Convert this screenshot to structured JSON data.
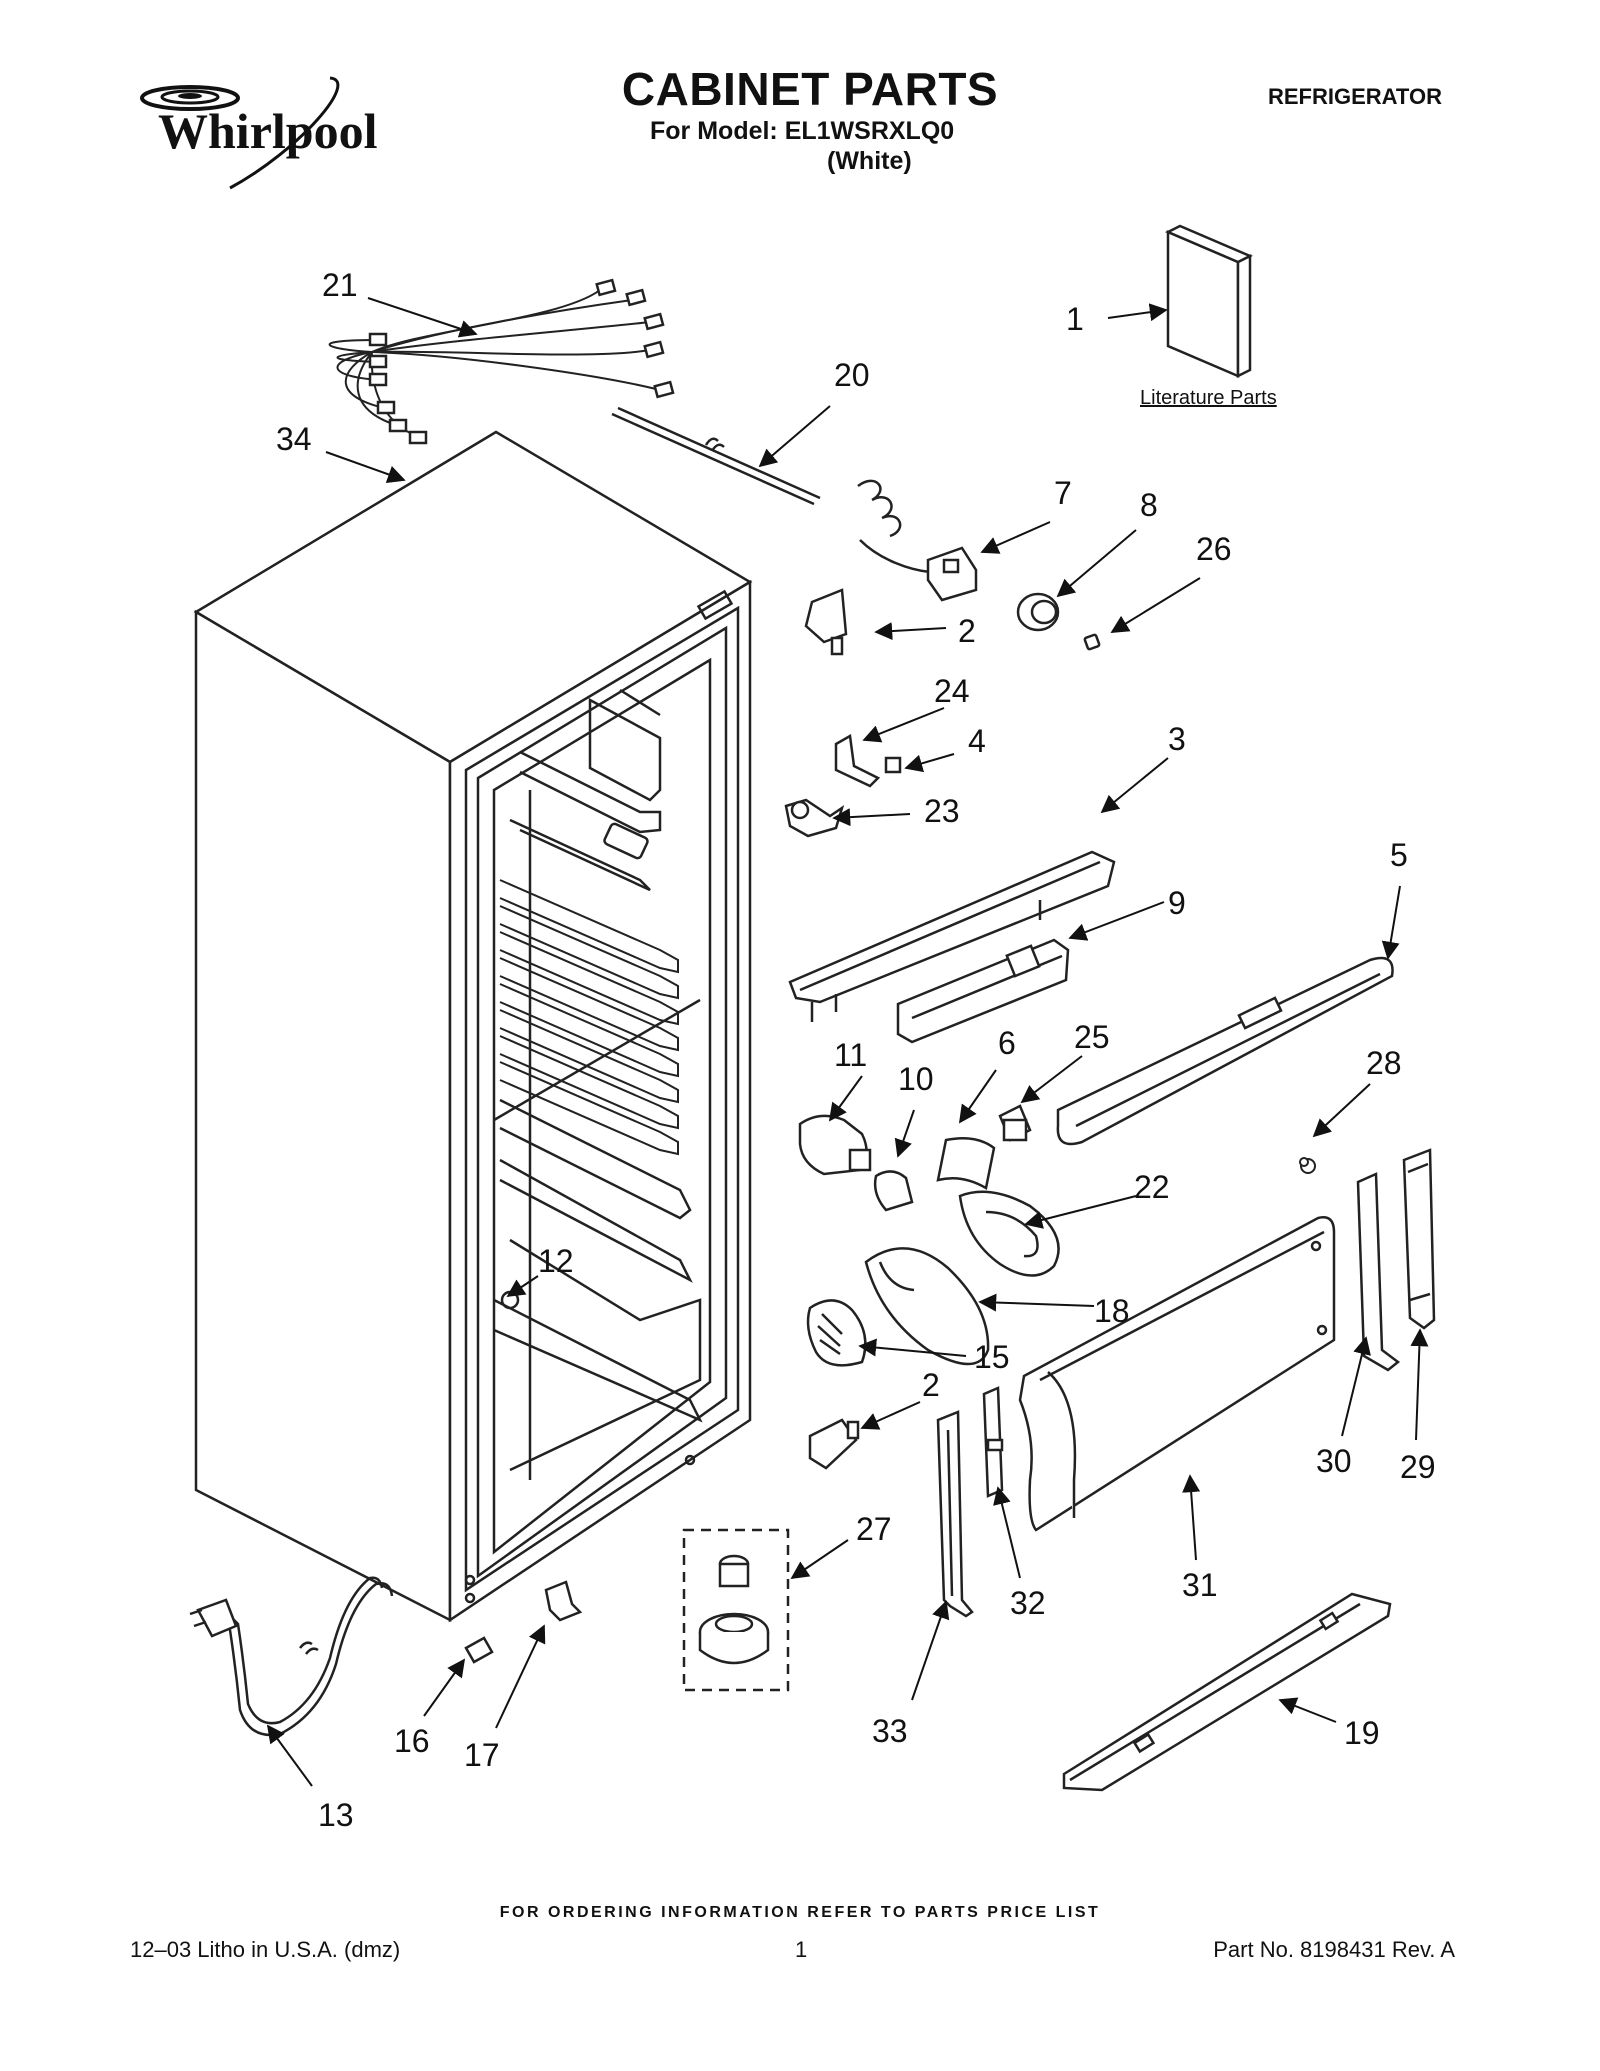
{
  "header": {
    "brand": "Whirlpool",
    "title": "CABINET PARTS",
    "model_line": "For Model: EL1WSRXLQ0",
    "variant": "(White)",
    "category": "REFRIGERATOR"
  },
  "literature_label": "Literature Parts",
  "part_labels": [
    {
      "id": "p1",
      "text": "1"
    },
    {
      "id": "p20",
      "text": "20"
    },
    {
      "id": "p21",
      "text": "21"
    },
    {
      "id": "p34",
      "text": "34"
    },
    {
      "id": "p7",
      "text": "7"
    },
    {
      "id": "p8",
      "text": "8"
    },
    {
      "id": "p26",
      "text": "26"
    },
    {
      "id": "p2a",
      "text": "2"
    },
    {
      "id": "p24",
      "text": "24"
    },
    {
      "id": "p4",
      "text": "4"
    },
    {
      "id": "p3",
      "text": "3"
    },
    {
      "id": "p23",
      "text": "23"
    },
    {
      "id": "p5",
      "text": "5"
    },
    {
      "id": "p9",
      "text": "9"
    },
    {
      "id": "p11",
      "text": "11"
    },
    {
      "id": "p6",
      "text": "6"
    },
    {
      "id": "p25",
      "text": "25"
    },
    {
      "id": "p10",
      "text": "10"
    },
    {
      "id": "p28",
      "text": "28"
    },
    {
      "id": "p22",
      "text": "22"
    },
    {
      "id": "p12",
      "text": "12"
    },
    {
      "id": "p18",
      "text": "18"
    },
    {
      "id": "p15",
      "text": "15"
    },
    {
      "id": "p2b",
      "text": "2"
    },
    {
      "id": "p30",
      "text": "30"
    },
    {
      "id": "p29",
      "text": "29"
    },
    {
      "id": "p27",
      "text": "27"
    },
    {
      "id": "p32",
      "text": "32"
    },
    {
      "id": "p31",
      "text": "31"
    },
    {
      "id": "p16",
      "text": "16"
    },
    {
      "id": "p17",
      "text": "17"
    },
    {
      "id": "p33",
      "text": "33"
    },
    {
      "id": "p19",
      "text": "19"
    },
    {
      "id": "p13",
      "text": "13"
    }
  ],
  "footer": {
    "ordering_info": "FOR ORDERING INFORMATION REFER TO PARTS PRICE LIST",
    "litho": "12–03 Litho in U.S.A. (dmz)",
    "page_number": "1",
    "part_number": "Part No. 8198431 Rev. A"
  },
  "colors": {
    "line": "#222222",
    "paper": "#ffffff"
  }
}
